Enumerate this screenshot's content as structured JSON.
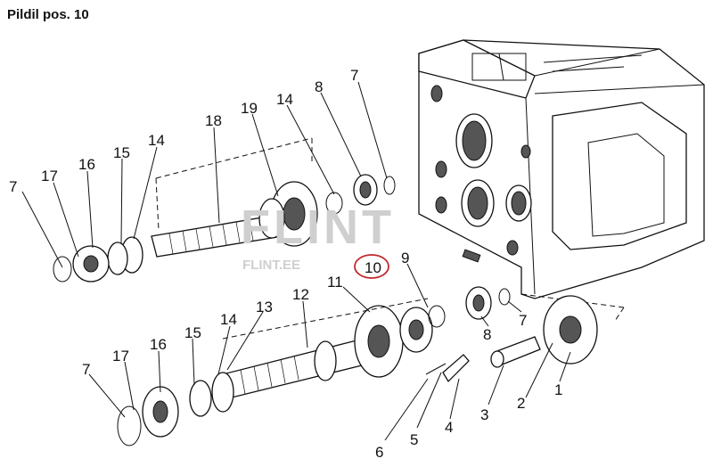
{
  "page": {
    "title": "Pildil pos. 10"
  },
  "watermark": {
    "big": "FLINT",
    "small": "FLINT.EE"
  },
  "highlight_label": "10",
  "labels": {
    "l1": "1",
    "l2": "2",
    "l3": "3",
    "l4": "4",
    "l5": "5",
    "l6": "6",
    "l7a": "7",
    "l7b": "7",
    "l7c": "7",
    "l7d": "7",
    "l8a": "8",
    "l8b": "8",
    "l9": "9",
    "l11": "11",
    "l12": "12",
    "l13": "13",
    "l14a": "14",
    "l14b": "14",
    "l14c": "14",
    "l15a": "15",
    "l15b": "15",
    "l16a": "16",
    "l16b": "16",
    "l17a": "17",
    "l17b": "17",
    "l18": "18",
    "l19": "19"
  },
  "colors": {
    "highlight_ring": "#c0282d",
    "ink": "#111111",
    "watermark": "#cfcfcf"
  }
}
